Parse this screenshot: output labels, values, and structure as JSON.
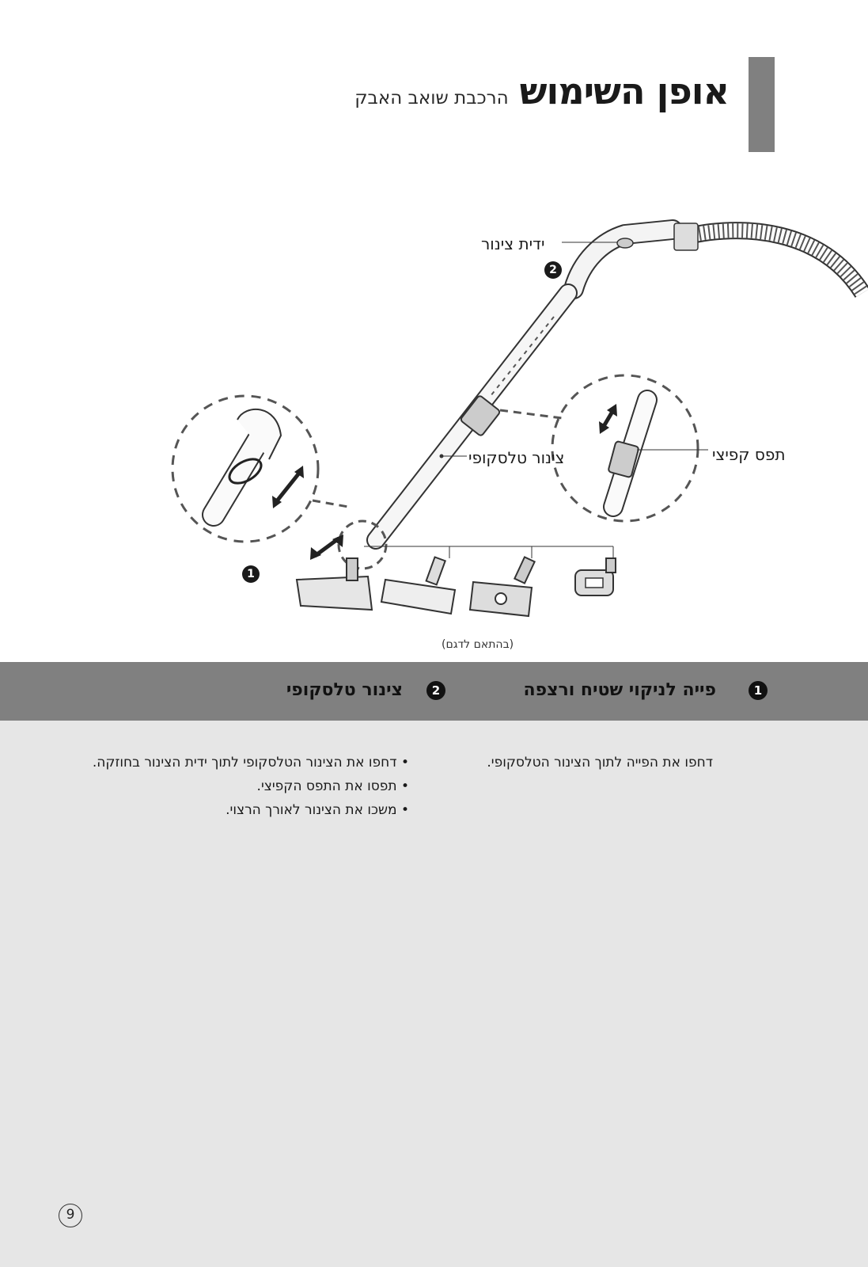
{
  "header": {
    "title": "אופן השימוש",
    "subtitle": "הרכבת שואב האבק"
  },
  "illustration": {
    "labels": {
      "handle": "ידית צינור",
      "telescopic": "צינור טלסקופי",
      "clip": "תפס קפיצי"
    },
    "step_badges": [
      "1",
      "2"
    ],
    "caption": "(בהתאם לדגם)"
  },
  "sections": [
    {
      "number": "1",
      "title": "פייה לניקוי שטיח ורצפה",
      "lines": [
        "דחפו את הפייה לתוך הצינור הטלסקופי."
      ]
    },
    {
      "number": "2",
      "title": "צינור טלסקופי",
      "bullets": [
        "דחפו את הצינור הטלסקופי לתוך ידית הצינור בחוזקה.",
        "תפסו את התפס הקפיצי.",
        "משכו את הצינור לאורך הרצוי."
      ]
    }
  ],
  "page_number": "9",
  "colors": {
    "band": "#808080",
    "content_bg": "#e6e6e6",
    "accent_bar": "#808080"
  }
}
